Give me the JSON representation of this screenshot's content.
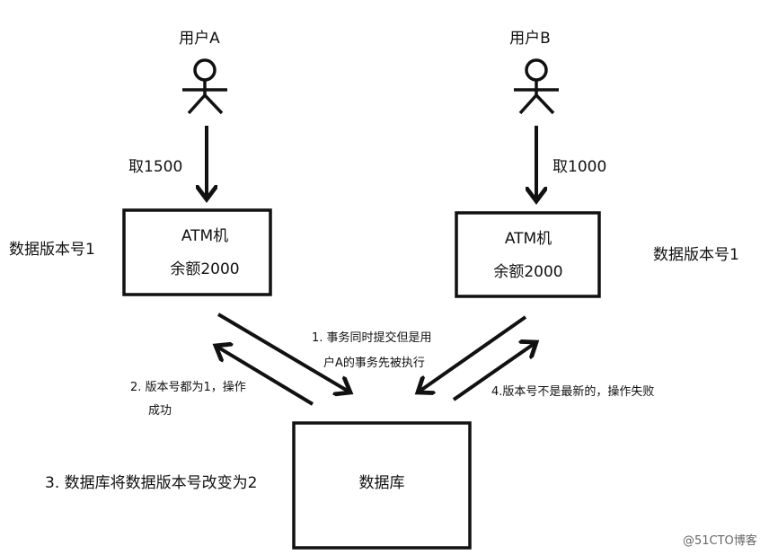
{
  "users": {
    "a": "用户A",
    "b": "用户B"
  },
  "withdraw": {
    "a": "取1500",
    "b": "取1000"
  },
  "atm": {
    "a": {
      "title": "ATM机",
      "balance": "余额2000"
    },
    "b": {
      "title": "ATM机",
      "balance": "余额2000"
    }
  },
  "version_labels": {
    "left": "数据版本号1",
    "right": "数据版本号1"
  },
  "database": "数据库",
  "steps": {
    "step1": [
      "1. 事务同时提交但是用",
      "户A的事务先被执行"
    ],
    "step2": [
      "2. 版本号都为1，操作",
      "成功"
    ],
    "step3": "3. 数据库将数据版本号改变为2",
    "step4": "4.版本号不是最新的，操作失败"
  },
  "watermark": "@51CTO博客"
}
